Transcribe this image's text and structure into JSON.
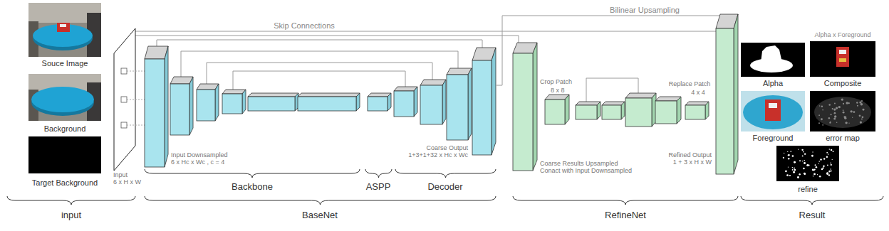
{
  "diagram": {
    "nodes": [
      {
        "text": [
          "Souce Image"
        ]
      },
      {
        "text": [
          "Background"
        ]
      },
      {
        "text": [
          "Target Background"
        ]
      },
      {
        "text": [
          "Alpha"
        ]
      },
      {
        "text": [
          "Alpha x Foreground",
          "Composite"
        ]
      },
      {
        "text": [
          "Foreground"
        ]
      },
      {
        "text": [
          "error map"
        ]
      },
      {
        "text": [
          "refine"
        ]
      }
    ],
    "labels": [
      "Skip Connections",
      "Bilinear Upsampling",
      "Input",
      "6 x H x W",
      "Input Downsampled",
      "6 x Hc x Wc , c = 4",
      "Coarse Output",
      "1+3+1+32 x Hc x Wc",
      "Crop Patch",
      "8 x 8",
      "Coarse Results Upsampled",
      "Conact with Input Downsampled",
      "Replace Patch",
      "4 x 4",
      "Refined Output",
      "1 + 3 x H x W",
      "input",
      "Backbone",
      "ASPP",
      "Decoder",
      "BaseNet",
      "RefineNet",
      "Result"
    ]
  }
}
